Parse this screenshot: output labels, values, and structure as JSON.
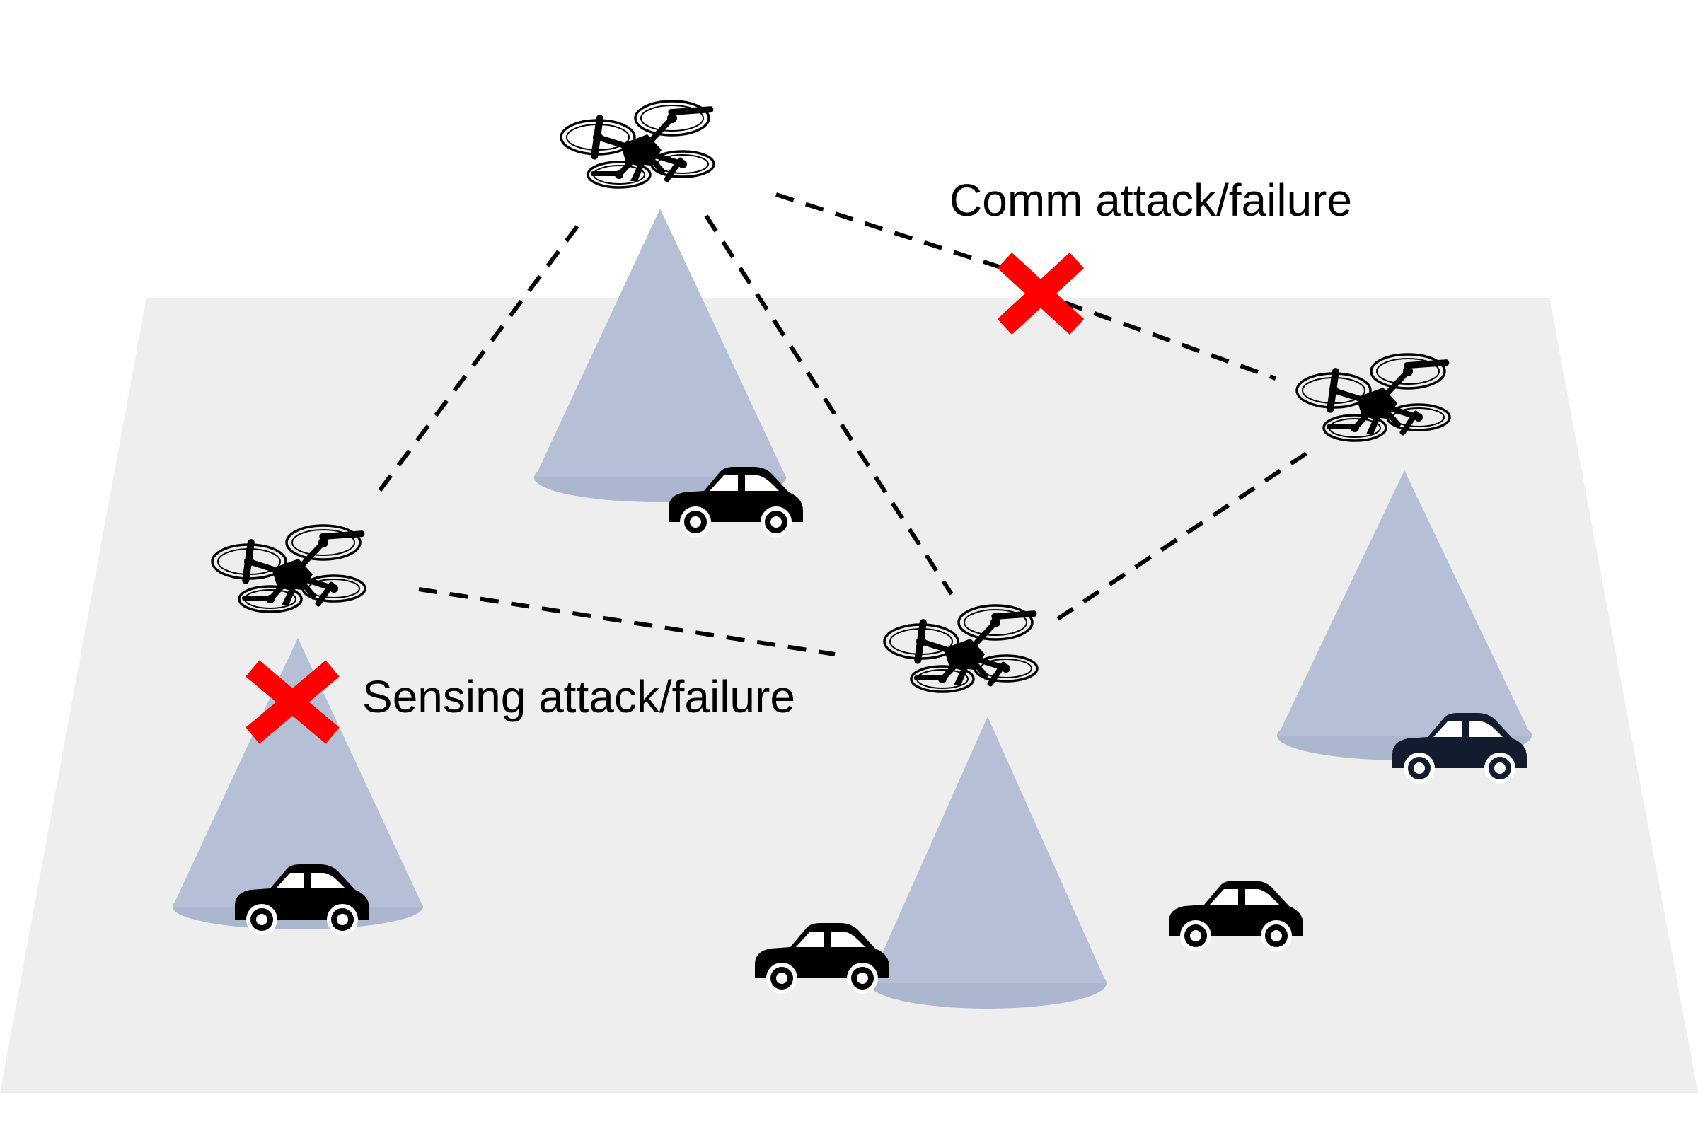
{
  "annotations": {
    "comm": "Comm attack/failure",
    "sensing": "Sensing attack/failure"
  },
  "nodes": {
    "drones": [
      "uav-top",
      "uav-left",
      "uav-center",
      "uav-right"
    ],
    "failed_links": [
      "uav-top — uav-right"
    ],
    "failed_sensors": [
      "uav-left"
    ]
  },
  "colors": {
    "ground": "#eeeeee",
    "cone": "#b5c0d6",
    "failure_mark": "#ff0000",
    "link": "#000000",
    "car": "#000000",
    "car_highlight": "#131b2e"
  },
  "icons": {
    "drone": "quadcopter-icon",
    "car": "car-icon",
    "failure": "red-x-icon"
  }
}
